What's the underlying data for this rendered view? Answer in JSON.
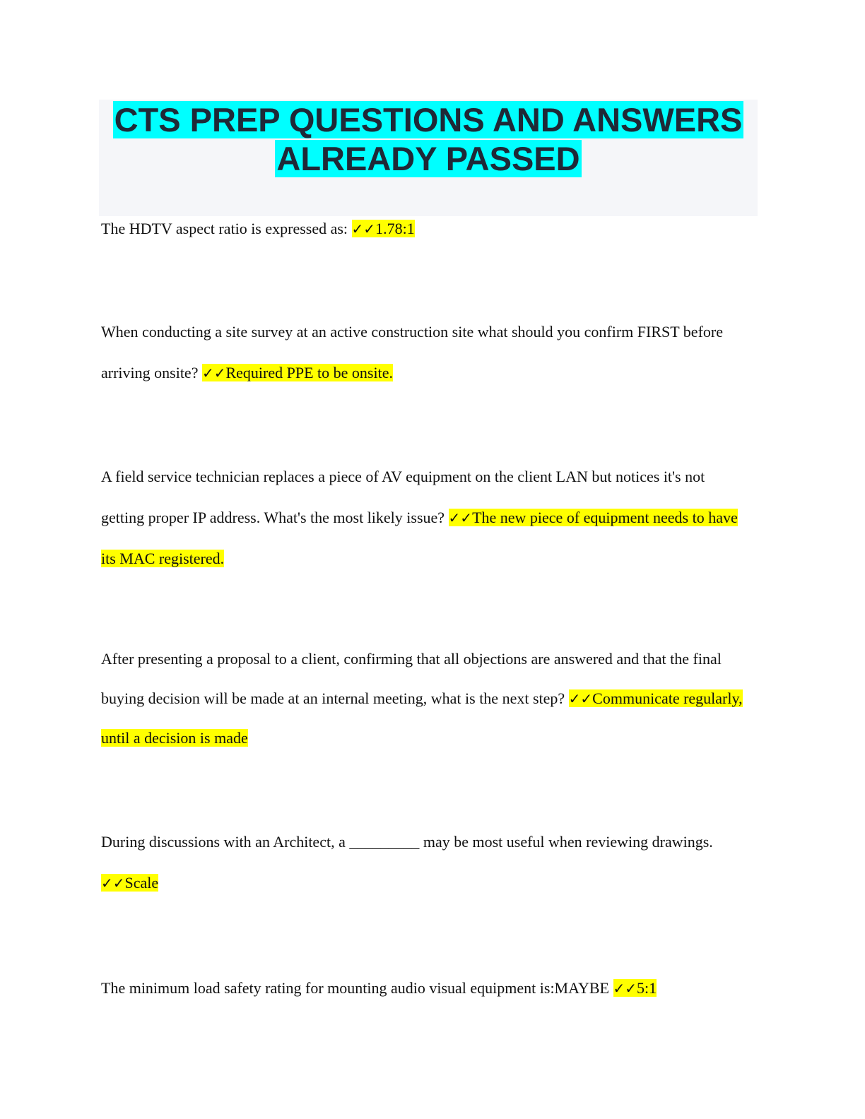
{
  "title": {
    "line1": "CTS PREP QUESTIONS AND ANSWERS",
    "line2": "ALREADY PASSED"
  },
  "check_mark": "✓✓",
  "items": [
    {
      "question": "The HDTV aspect ratio is expressed as: ",
      "answer": "1.78:1"
    },
    {
      "question": "When conducting a site survey at an active construction site what should you confirm FIRST before arriving onsite? ",
      "answer": "Required PPE to be onsite."
    },
    {
      "question": "A field service technician replaces a piece of AV equipment on the client LAN but notices it's not getting proper IP address. What's the most likely issue? ",
      "answer": "The new piece of equipment needs to have its MAC registered."
    },
    {
      "question": "After presenting a proposal to a client, confirming that all objections are answered and that the final buying decision will be made at an internal meeting, what is the next step? ",
      "answer": "Communicate regularly, until a decision is made"
    },
    {
      "question": "During discussions with an Architect, a _________ may be most useful when reviewing drawings. ",
      "answer": "Scale"
    },
    {
      "question": "The minimum load safety rating for mounting audio visual equipment is:MAYBE ",
      "answer": "5:1"
    }
  ]
}
